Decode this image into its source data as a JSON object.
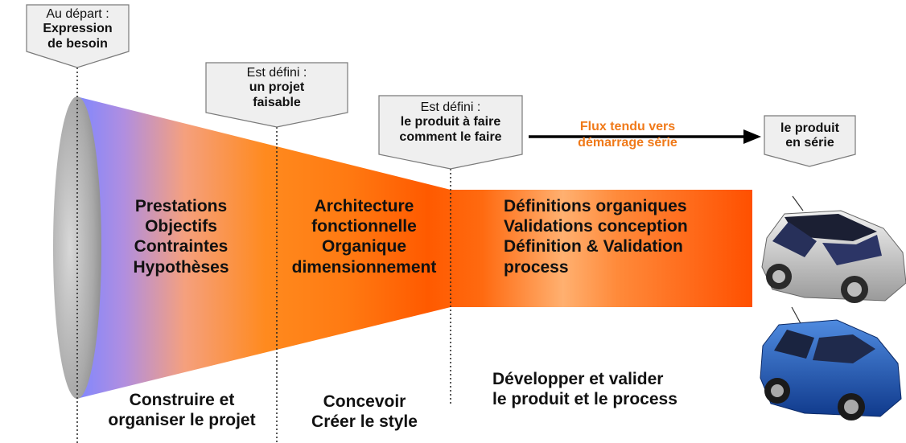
{
  "colors": {
    "funnel_start": "#7f87ff",
    "funnel_mid": "#ff8a1e",
    "funnel_end": "#ff5a00",
    "flux_text": "#f07a1a",
    "callout_fill": "#efefef",
    "callout_stroke": "#7a7a7a"
  },
  "callouts": {
    "depart": {
      "header": "Au départ :",
      "body": [
        "Expression",
        "de besoin"
      ]
    },
    "faisable": {
      "header": "Est défini :",
      "body": [
        "un projet",
        "faisable"
      ]
    },
    "produit": {
      "header": "Est défini :",
      "body": [
        "le produit à faire",
        "comment le faire"
      ]
    },
    "serie": {
      "header": "",
      "body": [
        "le produit",
        "en série"
      ]
    }
  },
  "flux": [
    "Flux tendu vers",
    "démarrage série"
  ],
  "phases": {
    "phase1": [
      "Prestations",
      "Objectifs",
      "Contraintes",
      "Hypothèses"
    ],
    "phase2": [
      "Architecture",
      "fonctionnelle",
      "Organique",
      "dimensionnement"
    ],
    "phase3": [
      "Définitions organiques",
      "Validations conception",
      "Définition & Validation",
      "process"
    ]
  },
  "bottom": {
    "b1": [
      "Construire et",
      "organiser le projet"
    ],
    "b2": [
      "Concevoir",
      "Créer le style"
    ],
    "b3": [
      "Développer et valider",
      "le produit et le process"
    ]
  },
  "icons": {
    "car1": "silver-hatchback-car-icon",
    "car2": "blue-hatchback-car-icon"
  }
}
